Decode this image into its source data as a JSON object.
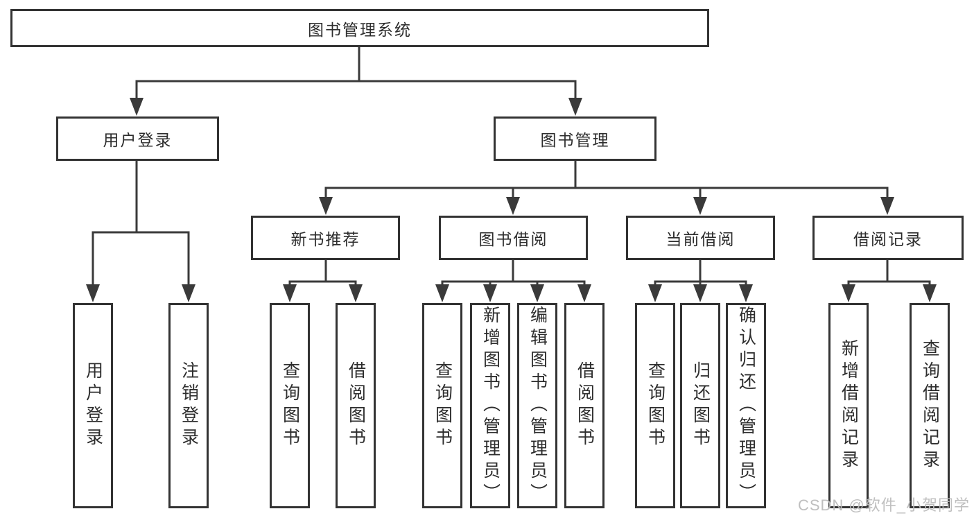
{
  "diagram": {
    "root": {
      "label": "图书管理系统"
    },
    "branches": [
      {
        "label": "用户登录",
        "children": [
          {
            "label": "用户登录"
          },
          {
            "label": "注销登录"
          }
        ]
      },
      {
        "label": "图书管理",
        "children": [
          {
            "label": "新书推荐",
            "children": [
              {
                "label": "查询图书"
              },
              {
                "label": "借阅图书"
              }
            ]
          },
          {
            "label": "图书借阅",
            "children": [
              {
                "label": "查询图书"
              },
              {
                "label": "新增图书（管理员）"
              },
              {
                "label": "编辑图书（管理员）"
              },
              {
                "label": "借阅图书"
              }
            ]
          },
          {
            "label": "当前借阅",
            "children": [
              {
                "label": "查询图书"
              },
              {
                "label": "归还图书"
              },
              {
                "label": "确认归还（管理员）"
              }
            ]
          },
          {
            "label": "借阅记录",
            "children": [
              {
                "label": "新增借阅记录"
              },
              {
                "label": "查询借阅记录"
              }
            ]
          }
        ]
      }
    ]
  },
  "watermark": {
    "text": "CSDN @软件_小贺同学"
  },
  "colors": {
    "background": "#ffffff",
    "box_border": "#333333",
    "connector": "#3a3a3a",
    "text": "#2d2d2d",
    "watermark": "#bcbcbc"
  }
}
